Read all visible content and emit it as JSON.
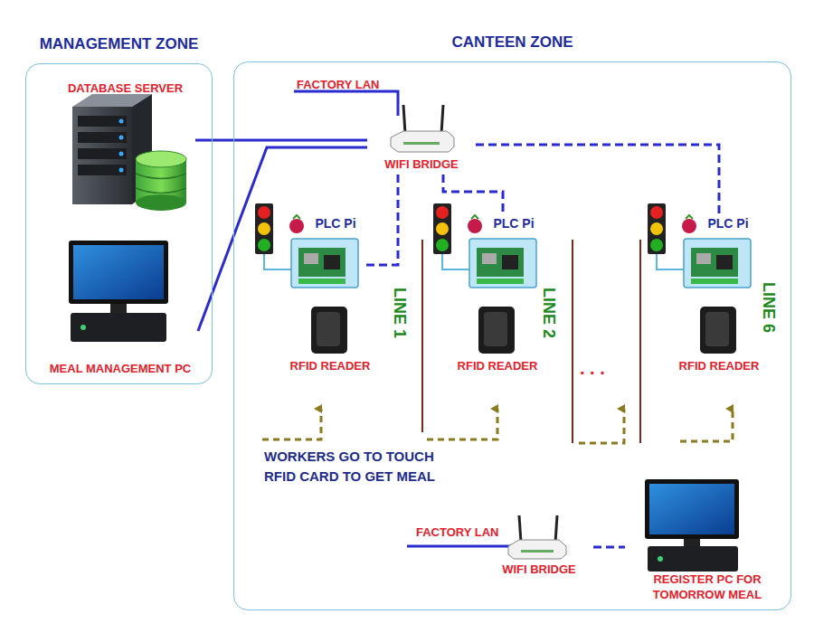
{
  "diagram": {
    "nodes": [
      {
        "text": [
          "MANAGEMENT ZONE"
        ]
      },
      {
        "text": [
          "DATABASE SERVER"
        ],
        "in": 0
      },
      {
        "text": [
          "MEAL MANAGEMENT PC"
        ],
        "in": 0
      },
      {
        "text": [
          "CANTEEN ZONE"
        ]
      },
      {
        "text": [
          "WIFI BRIDGE"
        ],
        "in": 3
      },
      {
        "text": [
          "PLC Pi"
        ],
        "in": 3
      },
      {
        "text": [
          "RFID READER"
        ],
        "in": 3
      },
      {
        "text": [
          "PLC Pi"
        ],
        "in": 3
      },
      {
        "text": [
          "RFID READER"
        ],
        "in": 3
      },
      {
        "text": [
          "PLC Pi"
        ],
        "in": 3
      },
      {
        "text": [
          "RFID READER"
        ],
        "in": 3
      },
      {
        "text": [
          "WIFI BRIDGE"
        ],
        "in": 3
      },
      {
        "text": [
          "REGISTER PC FOR TOMORROW MEAL"
        ],
        "in": 3
      }
    ],
    "edges": [
      {
        "from": 1,
        "to": 4,
        "arrow": "none"
      },
      {
        "from": 2,
        "to": 4,
        "arrow": "none"
      },
      {
        "from": 4,
        "to": 5,
        "arrow": "none"
      },
      {
        "from": 4,
        "to": 7,
        "arrow": "none"
      },
      {
        "from": 4,
        "to": 9,
        "arrow": "none"
      },
      {
        "from": 11,
        "to": 12,
        "arrow": "none"
      }
    ],
    "labels": [
      "FACTORY LAN",
      "LINE 1",
      "LINE 2",
      ". . .",
      "LINE 6",
      "WORKERS GO TO TOUCH RFID CARD TO GET MEAL",
      "FACTORY LAN"
    ]
  }
}
